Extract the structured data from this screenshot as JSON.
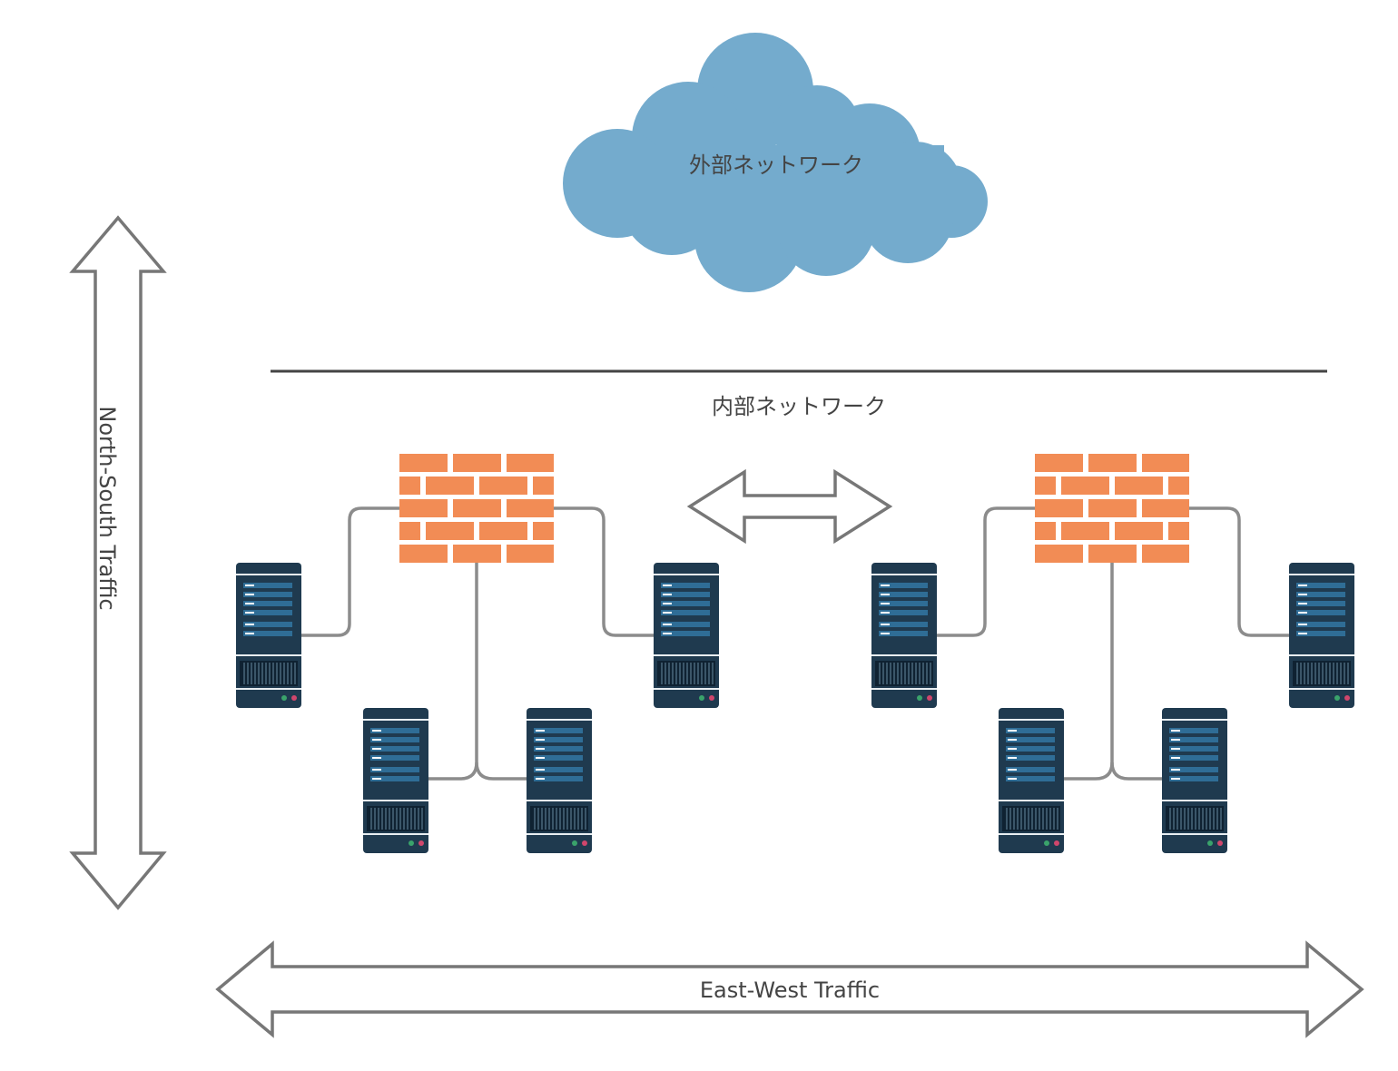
{
  "external_network": {
    "label": "外部ネットワーク",
    "icon": "cloud-icon",
    "color": "#74abcd"
  },
  "internal_network": {
    "label": "内部ネットワーク",
    "boundary_color": "#444444"
  },
  "vertical_arrow": {
    "label": "North-South Traffic"
  },
  "horizontal_arrow": {
    "label": "East-West Traffic"
  },
  "colors": {
    "firewall_brick": "#f28c55",
    "server_body": "#1f3a4f",
    "server_bar": "#2f6d96",
    "link": "#8c8c8c",
    "arrow_outline": "#777777",
    "led_green": "#3aa36b",
    "led_red": "#d0466c"
  },
  "clusters": [
    {
      "name": "left",
      "firewall": {
        "icon": "firewall-icon"
      },
      "servers": [
        {
          "icon": "server-icon"
        },
        {
          "icon": "server-icon"
        },
        {
          "icon": "server-icon"
        },
        {
          "icon": "server-icon"
        }
      ]
    },
    {
      "name": "right",
      "firewall": {
        "icon": "firewall-icon"
      },
      "servers": [
        {
          "icon": "server-icon"
        },
        {
          "icon": "server-icon"
        },
        {
          "icon": "server-icon"
        },
        {
          "icon": "server-icon"
        }
      ]
    }
  ]
}
